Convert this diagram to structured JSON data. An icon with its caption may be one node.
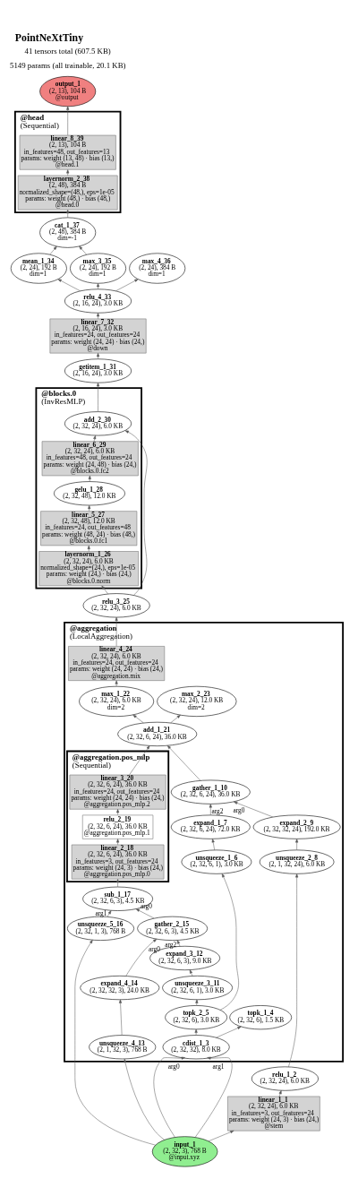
{
  "diagram": {
    "title": "PointNeXtTiny",
    "labels": [
      "41 tensors total (607.5 KB)",
      "5149 params (all trainable, 20.1 KB)"
    ],
    "nodes": [
      {
        "text": [
          "output_1",
          "(2, 13), 104 B",
          "@output"
        ]
      },
      {
        "text": [
          "@head",
          "(Sequential)"
        ]
      },
      {
        "text": [
          "linear_8_39",
          "(2, 13), 104 B",
          "in_features=48, out_features=13",
          "params: weight (13, 48) · bias (13,)",
          "@head.1"
        ],
        "in": 1
      },
      {
        "text": [
          "layernorm_2_38",
          "(2, 48), 384 B",
          "normalized_shape=(48,), eps=1e-05",
          "params: weight (48,) · bias (48,)",
          "@head.0"
        ],
        "in": 1
      },
      {
        "text": [
          "cat_1_37",
          "(2, 48), 384 B",
          "dim=-1"
        ]
      },
      {
        "text": [
          "mean_1_34",
          "(2, 24), 192 B",
          "dim=1"
        ]
      },
      {
        "text": [
          "max_3_35",
          "(2, 24), 192 B",
          "dim=1"
        ]
      },
      {
        "text": [
          "max_4_36",
          "(2, 24), 384 B",
          "dim=1"
        ]
      },
      {
        "text": [
          "relu_4_33",
          "(2, 16, 24), 3.0 KB"
        ]
      },
      {
        "text": [
          "linear_7_32",
          "(2, 16, 24), 3.0 KB",
          "in_features=24, out_features=24",
          "params: weight (24, 24) · bias (24,)",
          "@down"
        ]
      },
      {
        "text": [
          "getitem_1_31",
          "(2, 16, 24), 3.0 KB"
        ]
      },
      {
        "text": [
          "@blocks.0",
          "(InvResMLP)"
        ]
      },
      {
        "text": [
          "add_2_30",
          "(2, 32, 24), 6.0 KB"
        ],
        "in": 11
      },
      {
        "text": [
          "linear_6_29",
          "(2, 32, 24), 6.0 KB",
          "in_features=48, out_features=24",
          "params: weight (24, 48) · bias (24,)",
          "@blocks.0.fc2"
        ],
        "in": 11
      },
      {
        "text": [
          "gelu_1_28",
          "(2, 32, 48), 12.0 KB"
        ],
        "in": 11
      },
      {
        "text": [
          "linear_5_27",
          "(2, 32, 48), 12.0 KB",
          "in_features=24, out_features=48",
          "params: weight (48, 24) · bias (48,)",
          "@blocks.0.fc1"
        ],
        "in": 11
      },
      {
        "text": [
          "layernorm_1_26",
          "(2, 32, 24), 6.0 KB",
          "normalized_shape=(24,), eps=1e-05",
          "params: weight (24,) · bias (24,)",
          "@blocks.0.norm"
        ],
        "in": 11
      },
      {
        "text": [
          "relu_3_25",
          "(2, 32, 24), 6.0 KB"
        ]
      },
      {
        "text": [
          "@aggregation",
          "(LocalAggregation)"
        ]
      },
      {
        "text": [
          "linear_4_24",
          "(2, 32, 24), 6.0 KB",
          "in_features=24, out_features=24",
          "params: weight (24, 24) · bias (24,)",
          "@aggregation.mix"
        ],
        "in": 18
      },
      {
        "text": [
          "max_1_22",
          "(2, 32, 24), 6.0 KB",
          "dim=2"
        ],
        "in": 18
      },
      {
        "text": [
          "max_2_23",
          "(2, 32, 24), 12.0 KB",
          "dim=2"
        ],
        "in": 18
      },
      {
        "text": [
          "add_1_21",
          "(2, 32, 6, 24), 36.0 KB"
        ],
        "in": 18
      },
      {
        "text": [
          "@aggregation.pos_mlp",
          "(Sequential)"
        ],
        "in": 18
      },
      {
        "text": [
          "linear_3_20",
          "(2, 32, 6, 24), 36.0 KB",
          "in_features=24, out_features=24",
          "params: weight (24, 24) · bias (24,)",
          "@aggregation.pos_mlp.2"
        ],
        "in": 23
      },
      {
        "text": [
          "relu_2_19",
          "(2, 32, 6, 24), 36.0 KB",
          "@aggregation.pos_mlp.1"
        ],
        "in": 23
      },
      {
        "text": [
          "linear_2_18",
          "(2, 32, 6, 24), 36.0 KB",
          "in_features=3, out_features=24",
          "params: weight (24, 3) · bias (24,)",
          "@aggregation.pos_mlp.0"
        ],
        "in": 23
      },
      {
        "text": [
          "gather_1_10",
          "(2, 32, 6, 24), 36.0 KB"
        ],
        "in": 18
      },
      {
        "text": [
          "expand_2_9",
          "(2, 32, 32, 24), 192.0 KB"
        ],
        "in": 18
      },
      {
        "text": [
          "expand_1_7",
          "(2, 32, 6, 24), 72.0 KB"
        ],
        "in": 18
      },
      {
        "text": [
          "unsqueeze_2_8",
          "(2, 1, 32, 24), 6.0 KB"
        ],
        "in": 18
      },
      {
        "text": [
          "unsqueeze_1_6",
          "(2, 32, 6, 1), 3.0 KB"
        ],
        "in": 18
      },
      {
        "text": [
          "sub_1_17",
          "(2, 32, 6, 3), 4.5 KB"
        ],
        "in": 18
      },
      {
        "text": [
          "unsqueeze_5_16",
          "(2, 32, 1, 3), 768 B"
        ],
        "in": 18
      },
      {
        "text": [
          "gather_2_15",
          "(2, 32, 6, 3), 4.5 KB"
        ],
        "in": 18
      },
      {
        "text": [
          "expand_3_12",
          "(2, 32, 6, 3), 9.0 KB"
        ],
        "in": 18
      },
      {
        "text": [
          "expand_4_14",
          "(2, 32, 32, 3), 24.0 KB"
        ],
        "in": 18
      },
      {
        "text": [
          "unsqueeze_3_11",
          "(2, 32, 6, 1), 3.0 KB"
        ],
        "in": 18
      },
      {
        "text": [
          "unsqueeze_4_13",
          "(2, 1, 32, 3), 768 B"
        ],
        "in": 18
      },
      {
        "text": [
          "relu_1_2",
          "(2, 32, 24), 6.0 KB"
        ]
      },
      {
        "text": [
          "topk_1_4",
          "(2, 32, 6), 1.5 KB"
        ],
        "in": 18
      },
      {
        "text": [
          "topk_2_5",
          "(2, 32, 6), 3.0 KB"
        ],
        "in": 18
      },
      {
        "text": [
          "linear_1_1",
          "(2, 32, 24), 6.0 KB",
          "in_features=3, out_features=24",
          "params: weight (24, 3) · bias (24,)",
          "@stem"
        ]
      },
      {
        "text": [
          "cdist_1_3",
          "(2, 32, 32), 8.0 KB"
        ],
        "in": 18
      },
      {
        "text": [
          "input_1",
          "(2, 32, 3), 768 B",
          "@input.xyz"
        ]
      }
    ],
    "edges": [
      {
        "from": 44,
        "to": 42,
        "arrow": "to"
      },
      {
        "from": 44,
        "to": 43,
        "arrow": "to",
        "label": "arg0"
      },
      {
        "from": 44,
        "to": 43,
        "arrow": "to",
        "label": "arg1"
      },
      {
        "from": 44,
        "to": 33,
        "arrow": "to"
      },
      {
        "from": 44,
        "to": 38,
        "arrow": "to"
      },
      {
        "from": 42,
        "to": 39,
        "arrow": "to"
      },
      {
        "from": 43,
        "to": 40,
        "arrow": "to"
      },
      {
        "from": 43,
        "to": 41,
        "arrow": "to"
      },
      {
        "from": 41,
        "to": 37,
        "arrow": "to"
      },
      {
        "from": 41,
        "to": 31,
        "arrow": "to"
      },
      {
        "from": 37,
        "to": 35,
        "arrow": "to"
      },
      {
        "from": 38,
        "to": 36,
        "arrow": "to"
      },
      {
        "from": 35,
        "to": 34,
        "arrow": "to",
        "label": "arg2"
      },
      {
        "from": 36,
        "to": 34,
        "arrow": "to",
        "label": "arg0"
      },
      {
        "from": 34,
        "to": 32,
        "arrow": "to",
        "label": "arg0"
      },
      {
        "from": 33,
        "to": 32,
        "arrow": "to",
        "label": "arg1"
      },
      {
        "from": 32,
        "to": 26,
        "arrow": "to"
      },
      {
        "from": 26,
        "to": 25,
        "arrow": "to"
      },
      {
        "from": 25,
        "to": 24,
        "arrow": "to"
      },
      {
        "from": 24,
        "to": 22,
        "arrow": "to"
      },
      {
        "from": 39,
        "to": 30,
        "arrow": "to"
      },
      {
        "from": 30,
        "to": 28,
        "arrow": "to"
      },
      {
        "from": 31,
        "to": 29,
        "arrow": "to"
      },
      {
        "from": 28,
        "to": 27,
        "arrow": "to",
        "label": "arg0"
      },
      {
        "from": 29,
        "to": 27,
        "arrow": "to",
        "label": "arg2"
      },
      {
        "from": 27,
        "to": 22,
        "arrow": "to"
      },
      {
        "from": 22,
        "to": 20,
        "arrow": "to"
      },
      {
        "from": 22,
        "to": 21,
        "arrow": "to"
      },
      {
        "from": 20,
        "to": 19,
        "arrow": "to"
      },
      {
        "from": 19,
        "to": 17,
        "arrow": "to"
      },
      {
        "from": 17,
        "to": 16,
        "arrow": "to"
      },
      {
        "from": 17,
        "to": 12,
        "arrow": "to"
      },
      {
        "from": 16,
        "to": 15,
        "arrow": "to"
      },
      {
        "from": 15,
        "to": 14,
        "arrow": "to"
      },
      {
        "from": 14,
        "to": 13,
        "arrow": "to"
      },
      {
        "from": 13,
        "to": 12,
        "arrow": "to"
      },
      {
        "from": 12,
        "to": 10,
        "arrow": "to"
      },
      {
        "from": 10,
        "to": 9,
        "arrow": "to"
      },
      {
        "from": 9,
        "to": 8,
        "arrow": "to"
      },
      {
        "from": 8,
        "to": 5,
        "arrow": "to"
      },
      {
        "from": 8,
        "to": 6,
        "arrow": "to"
      },
      {
        "from": 8,
        "to": 7,
        "arrow": "to"
      },
      {
        "from": 5,
        "to": 4,
        "arrow": "to"
      },
      {
        "from": 6,
        "to": 4,
        "arrow": "to"
      },
      {
        "from": 4,
        "to": 3,
        "arrow": "to"
      },
      {
        "from": 3,
        "to": 2,
        "arrow": "to"
      },
      {
        "from": 2,
        "to": 0,
        "arrow": "to"
      }
    ]
  }
}
